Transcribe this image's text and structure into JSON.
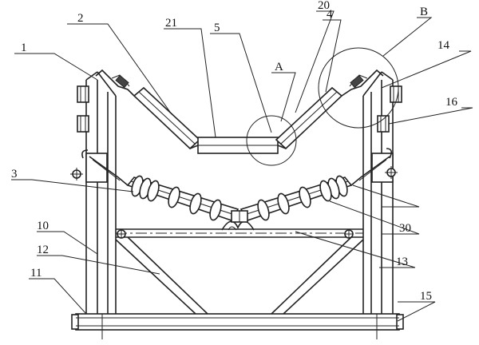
{
  "labels": {
    "l1": "1",
    "l2": "2",
    "l3": "3",
    "l4": "4",
    "l5": "5",
    "l10": "10",
    "l11": "11",
    "l12": "12",
    "l13": "13",
    "l14": "14",
    "l15": "15",
    "l16": "16",
    "l20": "20",
    "l21": "21",
    "l30": "30",
    "lA": "A",
    "lB": "B"
  }
}
